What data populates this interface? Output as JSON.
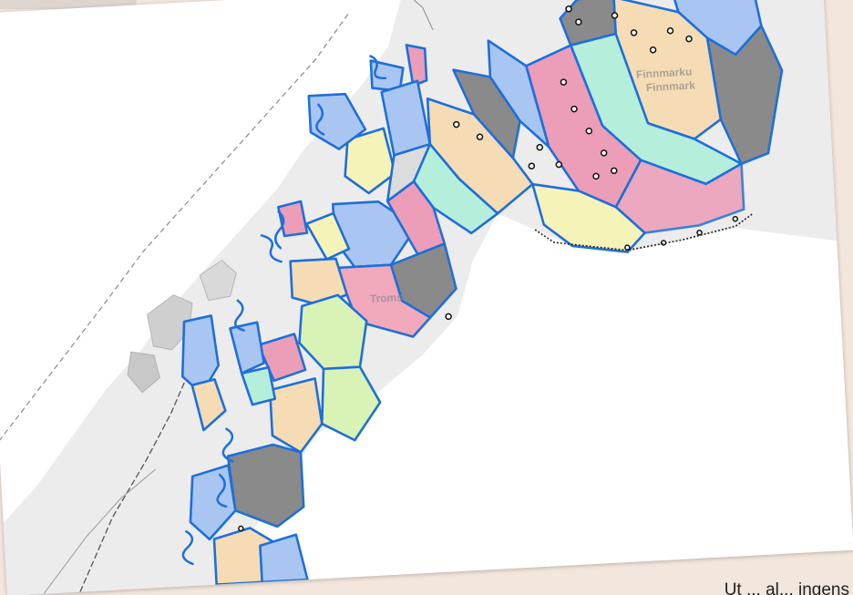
{
  "map": {
    "labels": {
      "region_ne": "Finnmarku",
      "region_ne_2": "Finnmark",
      "region_mid": "Troms"
    },
    "caption": "Ut ... al... ingens"
  },
  "colors": {
    "background": "#f3e6dc",
    "land": "#e9e9e9",
    "border_line": "#1e6fd9",
    "blue": "#a9c6f2",
    "yellow": "#f6f3b9",
    "peach": "#f6dcb4",
    "pink": "#ec9db8",
    "mint": "#b6eedc",
    "grey": "#8a8a8a",
    "green": "#d8f3b5"
  }
}
